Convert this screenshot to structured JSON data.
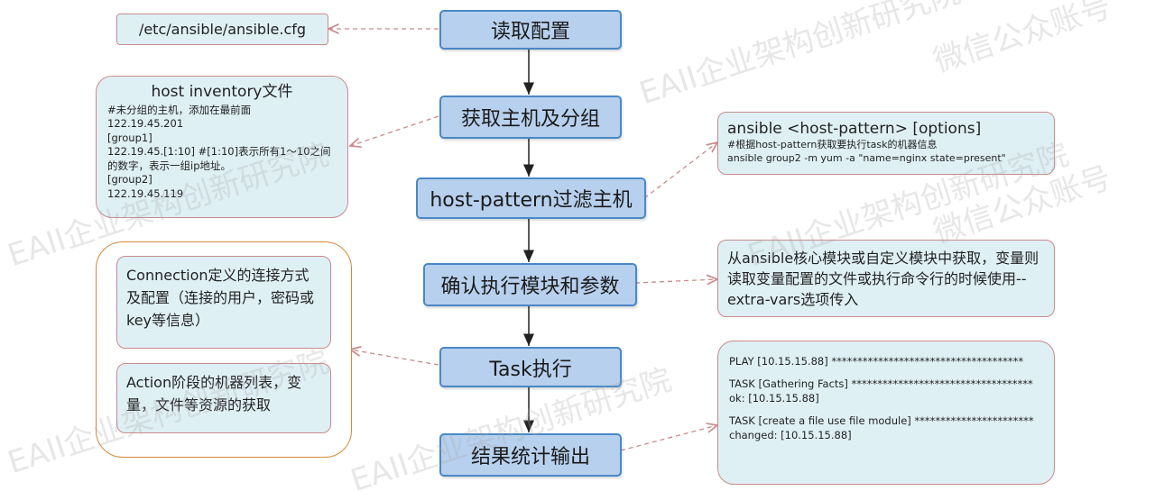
{
  "steps": [
    {
      "label": "读取配置"
    },
    {
      "label": "获取主机及分组"
    },
    {
      "label": "host-pattern过滤主机"
    },
    {
      "label": "确认执行模块和参数"
    },
    {
      "label": "Task执行"
    },
    {
      "label": "结果统计输出"
    }
  ],
  "config_note": {
    "text": "/etc/ansible/ansible.cfg"
  },
  "inventory_note": {
    "title": "host inventory文件",
    "lines": [
      "#未分组的主机，添加在最前面",
      "122.19.45.201",
      "[group1]",
      "122.19.45.[1:10]  #[1:10]表示所有1～10之间的数字，表示一组ip地址。",
      "[group2]",
      "122.19.45.119"
    ]
  },
  "pattern_note": {
    "title": "ansible <host-pattern> [options]",
    "lines": [
      "#根据host-pattern获取要执行task的机器信息",
      "ansible  group2 -m yum -a \"name=nginx state=present\""
    ]
  },
  "module_note": {
    "text": "从ansible核心模块或自定义模块中获取，变量则读取变量配置的文件或执行命令行的时候使用--extra-vars选项传入"
  },
  "task_group": {
    "connection": "Connection定义的连接方式及配置（连接的用户，密码或key等信息）",
    "action": "Action阶段的机器列表，变量，文件等资源的获取"
  },
  "play_output": {
    "blocks": [
      [
        "PLAY [10.15.15.88] *************************************"
      ],
      [
        "TASK [Gathering Facts] ***********************************",
        "ok: [10.15.15.88]"
      ],
      [
        "TASK [create a file use file module] ***********************",
        "changed: [10.15.15.88]"
      ]
    ]
  },
  "watermarks": [
    "EAII企业架构创新研究院",
    "微信公众账号"
  ],
  "colors": {
    "step_fill": "#b7d0ee",
    "step_border": "#4a88c6",
    "note_fill": "#dff0f5",
    "note_border": "#c98b8b",
    "group_border": "#d4893a"
  }
}
